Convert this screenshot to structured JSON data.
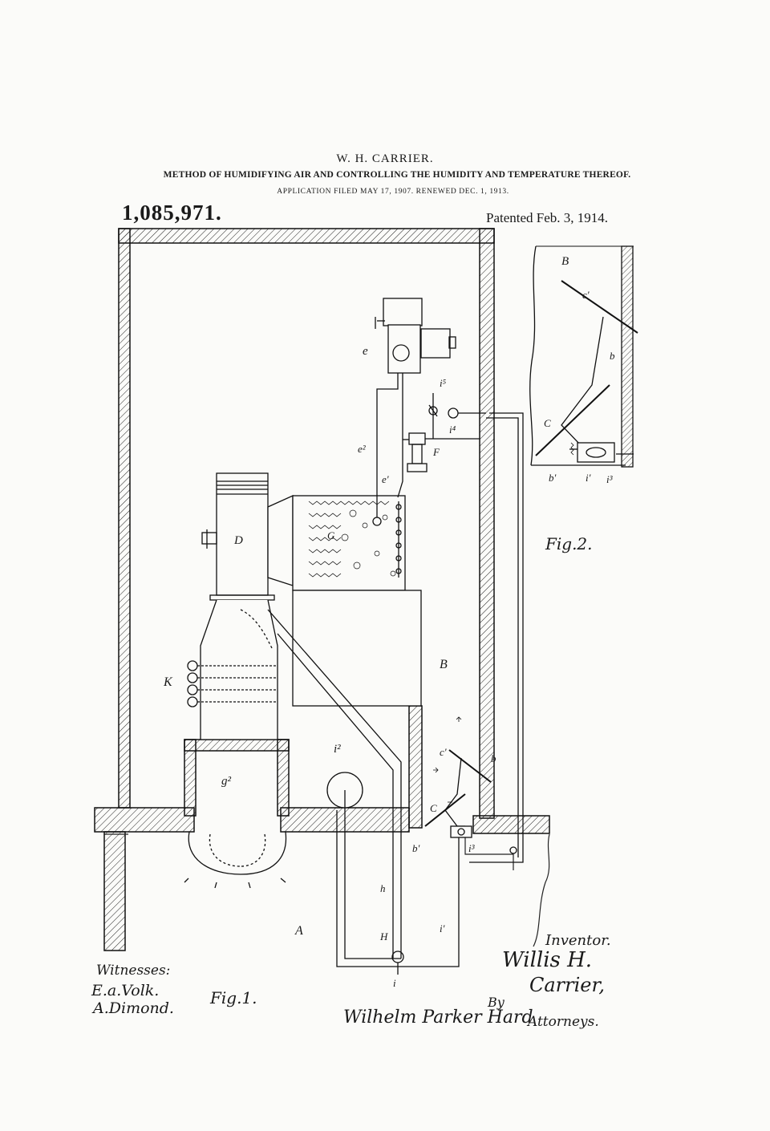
{
  "header": {
    "inventor": "W. H. CARRIER.",
    "title": "METHOD OF HUMIDIFYING AIR AND CONTROLLING THE HUMIDITY AND TEMPERATURE THEREOF.",
    "application": "APPLICATION FILED MAY 17, 1907. RENEWED DEC. 1, 1913.",
    "patent_number": "1,085,971.",
    "patent_date": "Patented Feb. 3, 1914."
  },
  "figures": {
    "fig1": "Fig.1.",
    "fig2": "Fig.2."
  },
  "reference_labels": {
    "A": "A",
    "B": "B",
    "C": "C",
    "D": "D",
    "E": "e",
    "F": "F",
    "G": "G",
    "H": "H",
    "K": "K",
    "b": "b",
    "b1": "b'",
    "c1": "c'",
    "e1": "e'",
    "e2": "e²",
    "g2": "g²",
    "h": "h",
    "i": "i",
    "i1": "i'",
    "i2": "i²",
    "i3": "i³",
    "i4": "i⁴",
    "i5": "i⁵"
  },
  "signatures": {
    "witnesses_label": "Witnesses:",
    "witness1": "E.a.Volk.",
    "witness2": "A.Dimond.",
    "inventor_label": "Inventor.",
    "inventor1": "Willis H.",
    "inventor2": "Carrier,",
    "by": "By",
    "attorneys_sig": "Wilhelm Parker Hard",
    "attorneys_label": "Attorneys."
  }
}
